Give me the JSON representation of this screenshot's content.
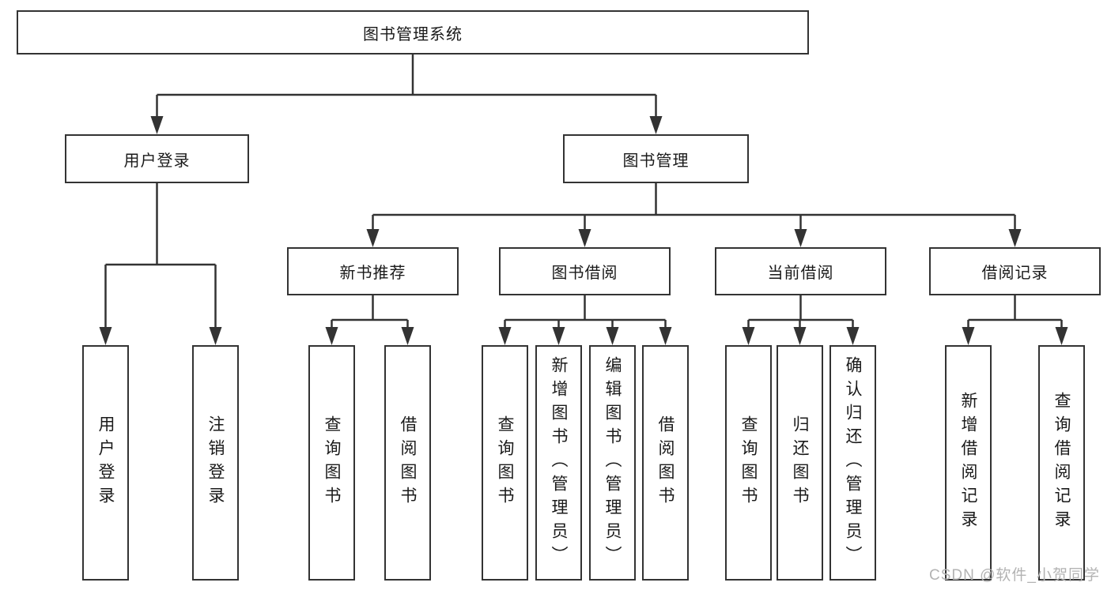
{
  "diagram": {
    "nodes": {
      "root": "图书管理系统",
      "user_login": "用户登录",
      "book_mgmt": "图书管理",
      "new_book_rec": "新书推荐",
      "book_borrow": "图书借阅",
      "current_borrow": "当前借阅",
      "borrow_record": "借阅记录",
      "leaf_user_login": "用户登录",
      "leaf_logout": "注销登录",
      "leaf_nb_query": "查询图书",
      "leaf_nb_borrow": "借阅图书",
      "leaf_bb_query": "查询图书",
      "leaf_bb_add": "新增图书（管理员）",
      "leaf_bb_edit": "编辑图书（管理员）",
      "leaf_bb_borrow": "借阅图书",
      "leaf_cb_query": "查询图书",
      "leaf_cb_return": "归还图书",
      "leaf_cb_confirm": "确认归还（管理员）",
      "leaf_br_add": "新增借阅记录",
      "leaf_br_query": "查询借阅记录"
    },
    "colors": {
      "line": "#333333",
      "text": "#1a1a1a",
      "watermark": "#b3b3b3",
      "background": "#ffffff"
    }
  },
  "watermark": "CSDN @软件_小贺同学"
}
